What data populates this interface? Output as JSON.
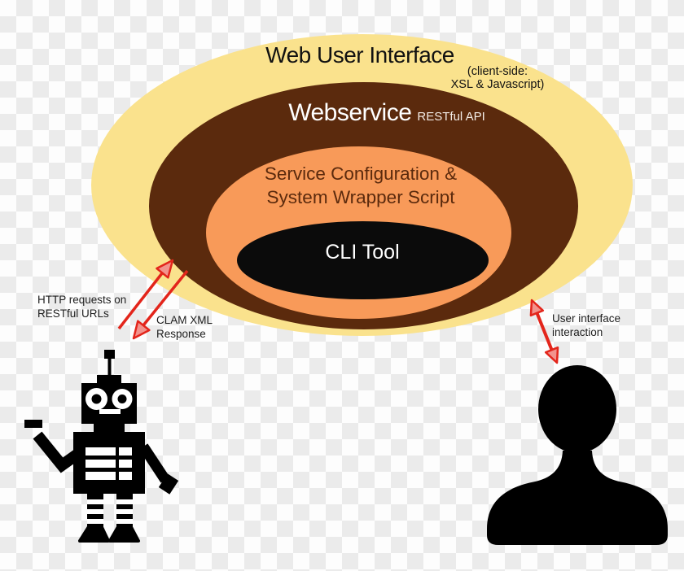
{
  "layers": {
    "web_ui": {
      "label": "Web User Interface",
      "sublabel": "(client-side:\nXSL & Javascript)",
      "fill": "#fae28d"
    },
    "webservice": {
      "label": "Webservice",
      "sublabel": "RESTful API",
      "fill": "#5b2a0d"
    },
    "service_config": {
      "label": "Service Configuration &\nSystem Wrapper Script",
      "fill": "#f89a59"
    },
    "cli_tool": {
      "label": "CLI Tool",
      "fill": "#0b0b0b"
    }
  },
  "annotations": {
    "http_requests": "HTTP requests on\nRESTful URLs",
    "clam_response": "CLAM XML\nResponse",
    "ui_interaction": "User interface\ninteraction"
  },
  "icons": {
    "robot": "robot-icon",
    "user": "user-silhouette-icon"
  },
  "colors": {
    "arrow_stroke": "#e3251b",
    "arrow_head_fill": "#f2938d",
    "checker_light": "#fdfdfd",
    "checker_dark": "#ebebeb",
    "silhouette_black": "#000000",
    "text_on_orange": "#5b2a0d",
    "text_on_brown": "#ffffff"
  }
}
